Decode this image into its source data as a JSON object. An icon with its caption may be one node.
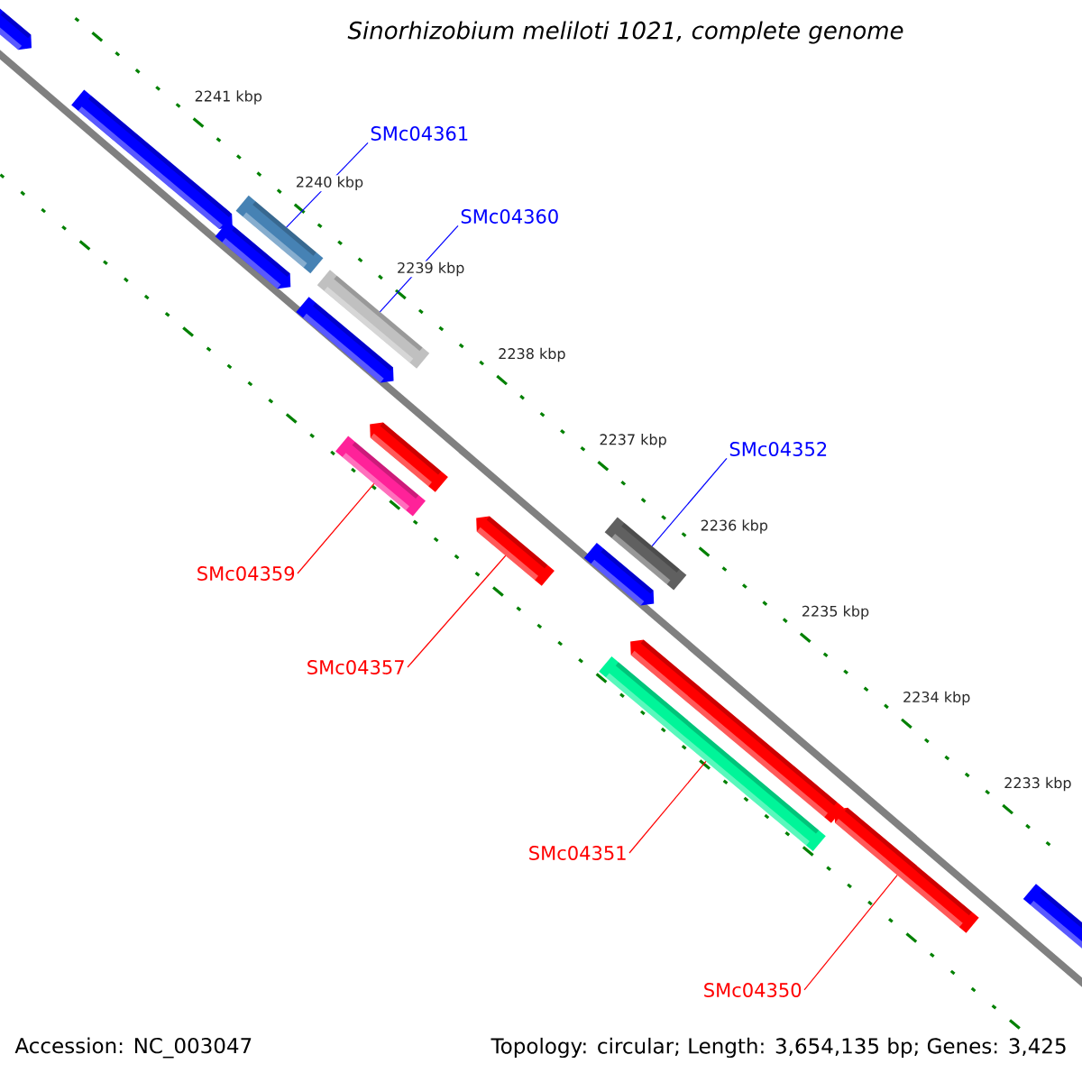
{
  "diagram": {
    "title": "Sinorhizobium meliloti 1021, complete genome",
    "nodes": [
      {
        "text": [],
        "shape": "bar"
      },
      {
        "text": [],
        "shape": "bar"
      },
      {
        "text": [],
        "shape": "bar"
      },
      {
        "text": [],
        "shape": "bar"
      },
      {
        "text": [],
        "shape": "bar"
      },
      {
        "text": [],
        "shape": "bar"
      },
      {
        "text": [],
        "shape": "bar"
      },
      {
        "text": [],
        "shape": "bar"
      },
      {
        "text": [],
        "shape": "bar"
      },
      {
        "text": [],
        "shape": "bar"
      },
      {
        "text": [],
        "shape": "bar"
      },
      {
        "text": [],
        "shape": "bar"
      },
      {
        "text": [],
        "shape": "bar"
      },
      {
        "text": [],
        "shape": "bar"
      },
      {
        "text": [],
        "shape": "bar"
      },
      {
        "text": [
          "SMc04361"
        ]
      },
      {
        "text": [
          "SMc04360"
        ]
      },
      {
        "text": [
          "SMc04359"
        ]
      },
      {
        "text": [
          "SMc04357"
        ]
      },
      {
        "text": [
          "SMc04352"
        ]
      },
      {
        "text": [
          "SMc04351"
        ]
      },
      {
        "text": [
          "SMc04350"
        ]
      }
    ],
    "edges": [
      {
        "from": 15,
        "to": 3,
        "arrow": "none",
        "color": "#0000ff"
      },
      {
        "from": 16,
        "to": 5,
        "arrow": "none",
        "color": "#0000ff"
      },
      {
        "from": 17,
        "to": 7,
        "arrow": "none",
        "color": "#ff0000"
      },
      {
        "from": 18,
        "to": 8,
        "arrow": "none",
        "color": "#ff0000"
      },
      {
        "from": 19,
        "to": 9,
        "arrow": "none",
        "color": "#0000ff"
      },
      {
        "from": 20,
        "to": 12,
        "arrow": "none",
        "color": "#ff0000"
      },
      {
        "from": 21,
        "to": 13,
        "arrow": "none",
        "color": "#ff0000"
      }
    ],
    "labels": [
      "2241 kbp",
      "2240 kbp",
      "2239 kbp",
      "2238 kbp",
      "2237 kbp",
      "2236 kbp",
      "2235 kbp",
      "2234 kbp",
      "2233 kbp",
      "Accession: NC_003047",
      "Topology: circular; Length: 3,654,135 bp; Genes: 3,425"
    ]
  }
}
